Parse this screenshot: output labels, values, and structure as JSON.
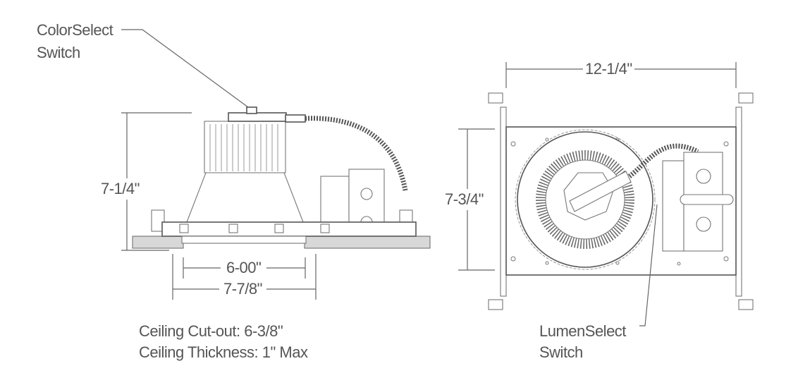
{
  "side_view": {
    "color_switch_label_1": "ColorSelect",
    "color_switch_label_2": "Switch",
    "height_dim": "7-1/4\"",
    "aperture_dim": "6-00\"",
    "trim_dim": "7-7/8\"",
    "cutout_note": "Ceiling Cut-out: 6-3/8\"",
    "thickness_note": "Ceiling Thickness: 1\" Max"
  },
  "top_view": {
    "width_dim": "12-1/4\"",
    "depth_dim": "7-3/4\"",
    "lumen_switch_label_1": "LumenSelect",
    "lumen_switch_label_2": "Switch"
  }
}
